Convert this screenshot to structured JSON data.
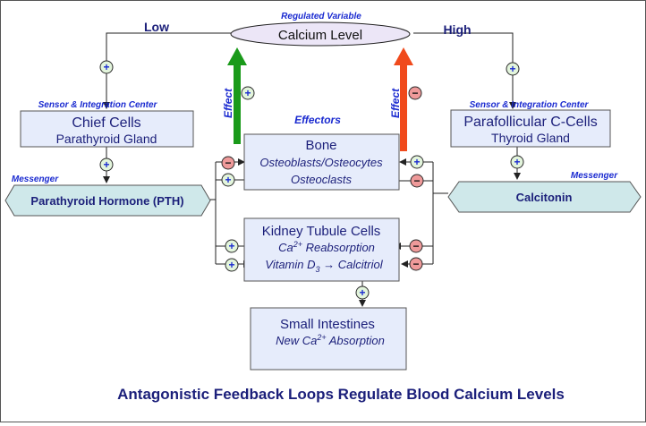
{
  "regulated_variable": {
    "caption": "Regulated Variable",
    "label": "Calcium Level"
  },
  "low_label": "Low",
  "high_label": "High",
  "left_sensor": {
    "caption": "Sensor & Integration Center",
    "title": "Chief Cells",
    "subtitle": "Parathyroid Gland"
  },
  "right_sensor": {
    "caption": "Sensor & Integration Center",
    "title": "Parafollicular C-Cells",
    "subtitle": "Thyroid Gland"
  },
  "left_messenger": {
    "caption": "Messenger",
    "label": "Parathyroid Hormone (PTH)"
  },
  "right_messenger": {
    "caption": "Messenger",
    "label": "Calcitonin"
  },
  "effectors_label": "Effectors",
  "effect_label": "Effect",
  "bone": {
    "title": "Bone",
    "line1": "Osteoblasts/Osteocytes",
    "line2": "Osteoclasts"
  },
  "kidney": {
    "title": "Kidney Tubule Cells",
    "line1_ca": "Ca",
    "line1_sup": "2+",
    "line1_rest": " Reabsorption",
    "line2_vit": "Vitamin D",
    "line2_sub": "3",
    "line2_arrow": " → ",
    "line2_rest": "Calcitriol"
  },
  "intestine": {
    "title": "Small Intestines",
    "line1_pre": "New Ca",
    "line1_sup": "2+",
    "line1_rest": " Absorption"
  },
  "signs": {
    "plus": "+",
    "minus": "−"
  },
  "footer": "Antagonistic Feedback Loops Regulate Blood Calcium Levels",
  "colors": {
    "box_fill": "#e6ecfb",
    "messenger_fill": "#cfe8ea",
    "oval_fill": "#ece6f7",
    "text_navy": "#1b1f7a",
    "caption_blue": "#1a2ad0",
    "up_arrow_green": "#1a9a1a",
    "up_arrow_red": "#f04a1c",
    "plus_fill": "#e3f5dc",
    "minus_fill": "#ef9a9a"
  }
}
